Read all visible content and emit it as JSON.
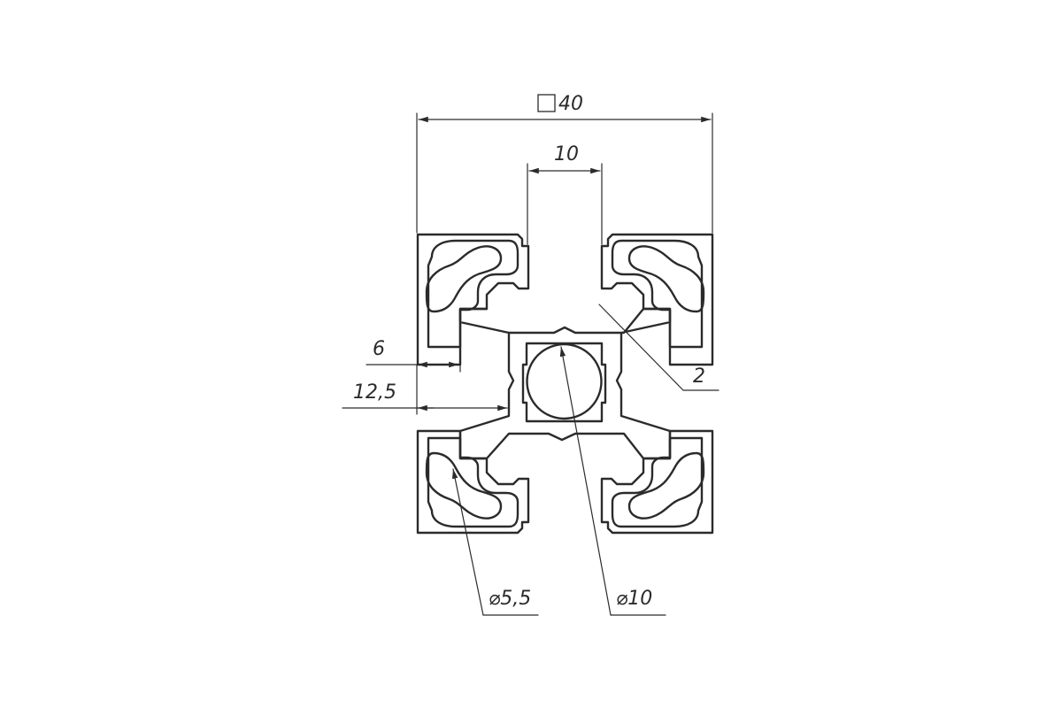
{
  "drawing": {
    "dimensions": {
      "overall_width": "40",
      "slot_width": "10",
      "wall_thickness": "2",
      "slot_depth": "6",
      "groove_depth": "12,5",
      "corner_hole_diameter": "⌀5,5",
      "center_bore_diameter": "⌀10"
    },
    "colors": {
      "line": "#2b2b2b",
      "background": "#ffffff"
    }
  }
}
